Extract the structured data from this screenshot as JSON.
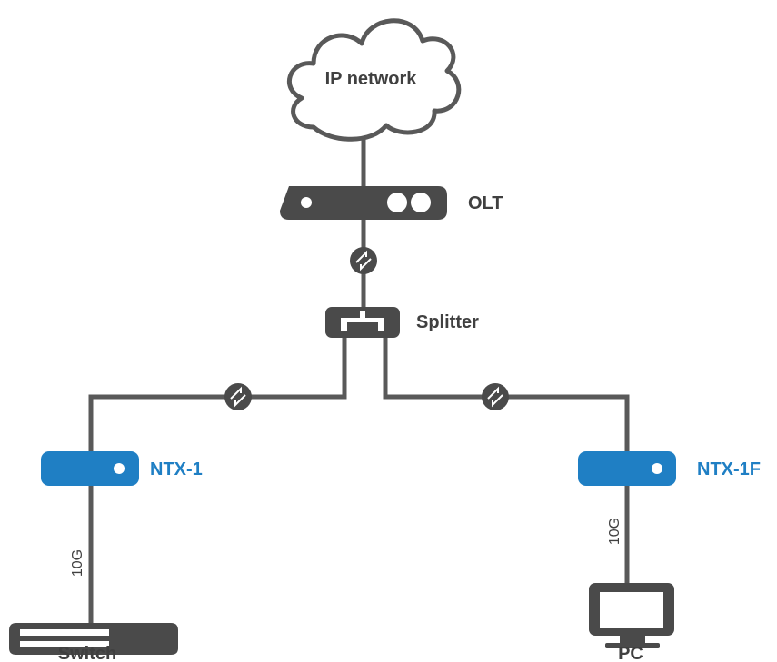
{
  "nodes": {
    "cloud": {
      "label": "IP network"
    },
    "olt": {
      "label": "OLT"
    },
    "splitter": {
      "label": "Splitter"
    },
    "ntx1": {
      "label": "NTX-1"
    },
    "ntx1f": {
      "label": "NTX-1F"
    },
    "switch": {
      "label": "Switch"
    },
    "pc": {
      "label": "PC"
    }
  },
  "links": {
    "ntx1_switch": {
      "label": "10G"
    },
    "ntx1f_pc": {
      "label": "10G"
    }
  },
  "colors": {
    "device_dark": "#4a4a4a",
    "device_blue": "#1f7fc4",
    "line": "#595959",
    "text_dark": "#404040",
    "text_blue": "#1f7fc4"
  },
  "icons": {
    "optical_link": "fiber-link-icon",
    "cloud": "cloud-icon",
    "olt": "olt-device-icon",
    "splitter": "splitter-icon",
    "ont": "ont-device-icon",
    "switch": "switch-icon",
    "pc": "pc-monitor-icon"
  }
}
